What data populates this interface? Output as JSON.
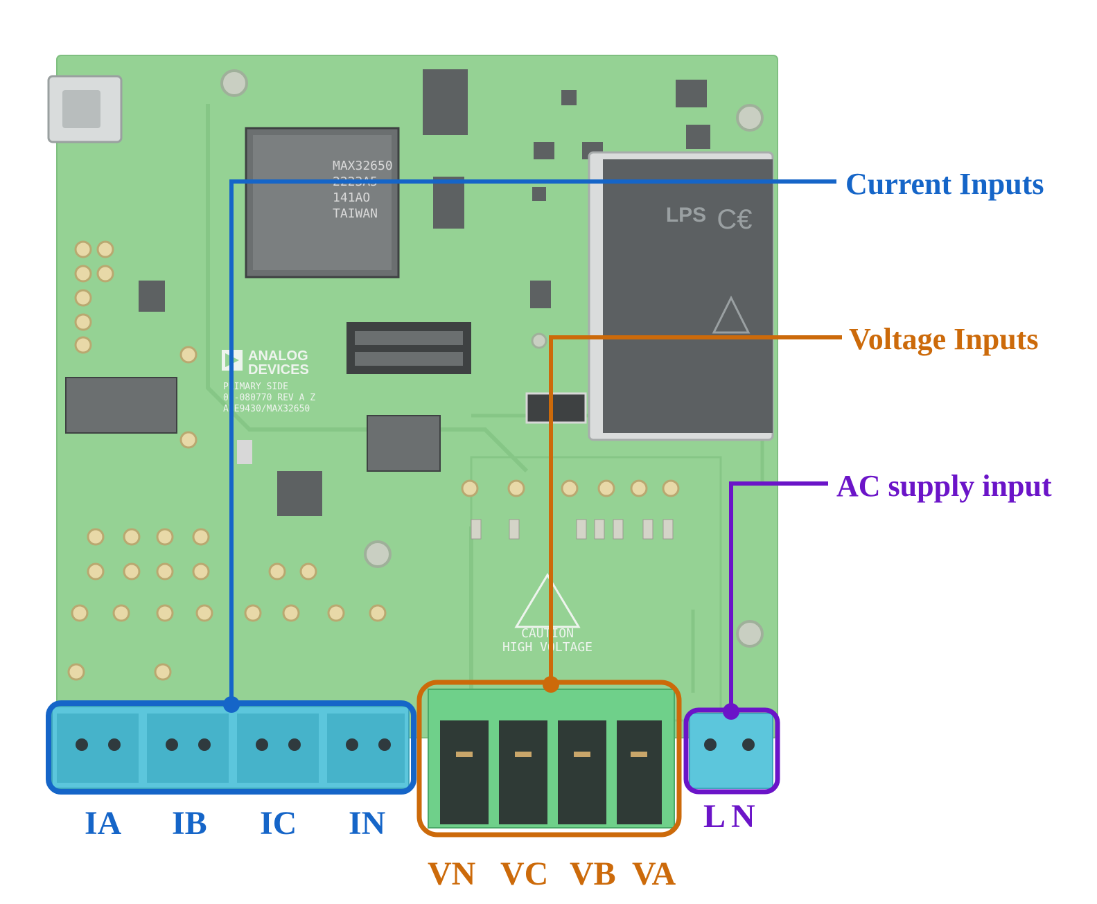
{
  "colors": {
    "current": "#1565c8",
    "voltage": "#cc6a0a",
    "supply": "#6b14c8",
    "board": "#8fd08e",
    "board_dark": "#5a9a5c",
    "terminal_blue": "#5cc6dc",
    "terminal_green": "#6fd08a"
  },
  "callouts": {
    "current_inputs": "Current Inputs",
    "voltage_inputs": "Voltage Inputs",
    "ac_supply_input": "AC supply input"
  },
  "ports": {
    "current": [
      "IA",
      "IB",
      "IC",
      "IN"
    ],
    "voltage": [
      "VN",
      "VC",
      "VB",
      "VA"
    ],
    "supply": [
      "L",
      "N"
    ]
  },
  "board": {
    "logo_line1": "ANALOG",
    "logo_line2": "DEVICES",
    "silk_primary": "PRIMARY SIDE",
    "silk_rev": "02-080770 REV A Z",
    "silk_part": "ADE9430/MAX32650",
    "chip_label_1": "MAX32650",
    "chip_label_2": "2223A5",
    "chip_label_3": "141AO",
    "chip_label_4": "TAIWAN",
    "caution_1": "CAUTION",
    "caution_2": "HIGH VOLTAGE",
    "psu_label": "LPS",
    "icons": [
      "warning-triangle-icon",
      "ce-mark-icon",
      "adi-logo-icon"
    ]
  }
}
